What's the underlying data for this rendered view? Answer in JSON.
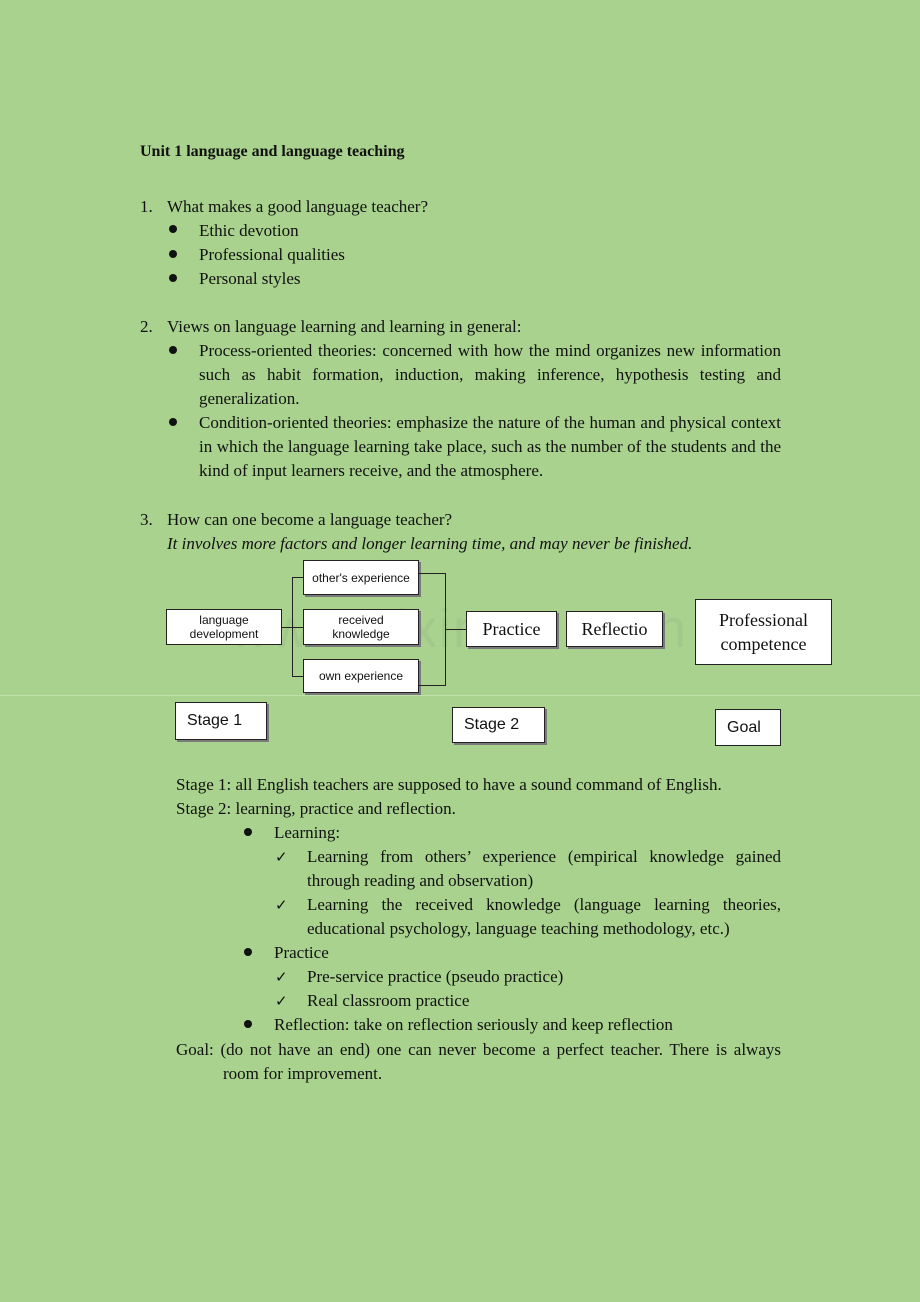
{
  "title": "Unit 1 language and language teaching",
  "section1": {
    "number": "1.",
    "heading": "What makes a good language teacher?",
    "items": [
      "Ethic devotion",
      "Professional qualities",
      "Personal styles"
    ]
  },
  "section2": {
    "number": "2.",
    "heading": "Views on language learning and learning in general:",
    "items": [
      "Process-oriented theories: concerned with how the mind organizes new information such as habit formation, induction, making inference, hypothesis testing and generalization.",
      "Condition-oriented theories: emphasize the nature of the human and physical context in which the language learning take place, such as the number of the students and the kind of input learners receive, and the atmosphere."
    ]
  },
  "section3": {
    "number": "3.",
    "heading": "How can one become a language teacher?",
    "italic": "It involves more factors and longer learning time, and may never be finished."
  },
  "diagram": {
    "language_development": "language development",
    "others_experience": "other's experience",
    "received_knowledge": "received knowledge",
    "own_experience": "own experience",
    "practice": "Practice",
    "reflection": "Reflectio",
    "competence": "Professional competence",
    "stage1": "Stage 1",
    "stage2": "Stage 2",
    "goal": "Goal",
    "watermark": "www.zixin.com.cn"
  },
  "stages": {
    "stage1_text": "Stage 1: all English teachers are supposed to have a sound command of English.",
    "stage2_text": "Stage 2: learning, practice and reflection.",
    "learning_label": "Learning:",
    "learning_items": [
      "Learning from others’ experience (empirical knowledge gained through reading and observation)",
      "Learning the received knowledge (language learning theories, educational psychology, language teaching methodology, etc.)"
    ],
    "practice_label": "Practice",
    "practice_items": [
      "Pre-service practice (pseudo practice)",
      "Real classroom practice"
    ],
    "reflection_text": "Reflection: take on reflection seriously and keep reflection",
    "goal_text": "Goal: (do not have an end) one can never become a perfect teacher. There is always room for improvement."
  }
}
